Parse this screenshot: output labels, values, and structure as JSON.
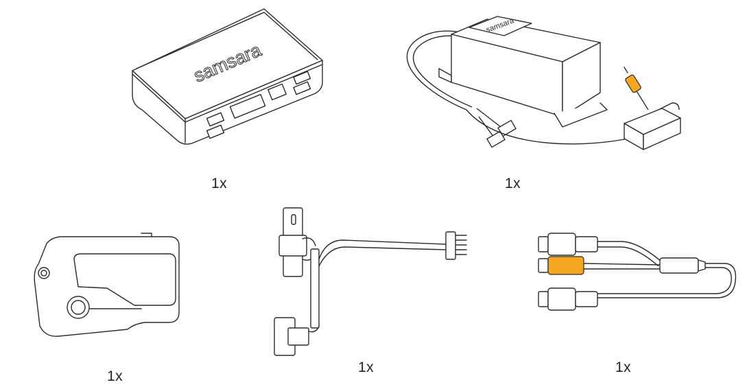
{
  "figure": {
    "items": [
      {
        "id": "gateway",
        "brand_mark": "samsara",
        "quantity": "1x"
      },
      {
        "id": "aux-power-box",
        "brand_mark": "samsara",
        "quantity": "1x"
      },
      {
        "id": "camera",
        "quantity": "1x"
      },
      {
        "id": "harness-cable",
        "quantity": "1x"
      },
      {
        "id": "rca-y-cable",
        "quantity": "1x"
      }
    ],
    "colors": {
      "line": "#2a2a2a",
      "accent": "#f5a623",
      "fill": "#ffffff"
    }
  }
}
